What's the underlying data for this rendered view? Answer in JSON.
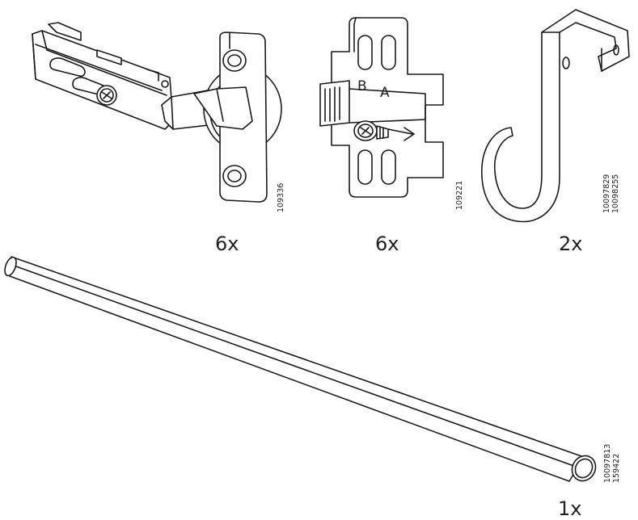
{
  "parts": [
    {
      "name": "hinge",
      "quantity": "6x",
      "codes": [
        "109336"
      ]
    },
    {
      "name": "mounting-plate",
      "quantity": "6x",
      "codes": [
        "109221"
      ],
      "marks": [
        "B",
        "A"
      ]
    },
    {
      "name": "hook",
      "quantity": "2x",
      "codes": [
        "10097829",
        "10098255"
      ]
    },
    {
      "name": "rod",
      "quantity": "1x",
      "codes": [
        "10097813",
        "159422"
      ]
    }
  ]
}
